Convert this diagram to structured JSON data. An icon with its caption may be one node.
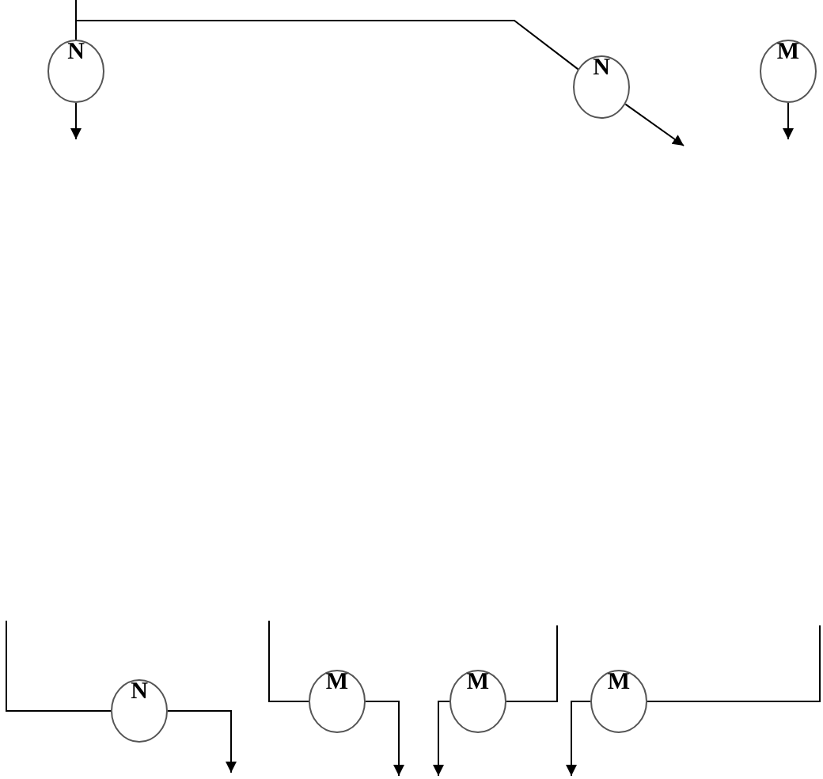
{
  "diagram": {
    "nodes": [
      {
        "text": [
          "N"
        ]
      },
      {
        "text": [
          "N"
        ]
      },
      {
        "text": [
          "M"
        ]
      },
      {
        "text": [
          "N"
        ]
      },
      {
        "text": [
          "M"
        ]
      },
      {
        "text": [
          "M"
        ]
      },
      {
        "text": [
          "M"
        ]
      }
    ],
    "edges": [
      {
        "from": null,
        "to": 0,
        "arrow": "none"
      },
      {
        "from": null,
        "to": 1,
        "arrow": "none"
      },
      {
        "from": 0,
        "to": null,
        "arrow": "to"
      },
      {
        "from": 1,
        "to": null,
        "arrow": "to"
      },
      {
        "from": 2,
        "to": null,
        "arrow": "to"
      },
      {
        "from": null,
        "to": 3,
        "arrow": "none"
      },
      {
        "from": 3,
        "to": null,
        "arrow": "to"
      },
      {
        "from": null,
        "to": 4,
        "arrow": "none"
      },
      {
        "from": 4,
        "to": null,
        "arrow": "to"
      },
      {
        "from": 5,
        "to": null,
        "arrow": "to"
      },
      {
        "from": null,
        "to": 5,
        "arrow": "none"
      },
      {
        "from": 6,
        "to": null,
        "arrow": "to"
      },
      {
        "from": null,
        "to": 6,
        "arrow": "none"
      }
    ]
  }
}
